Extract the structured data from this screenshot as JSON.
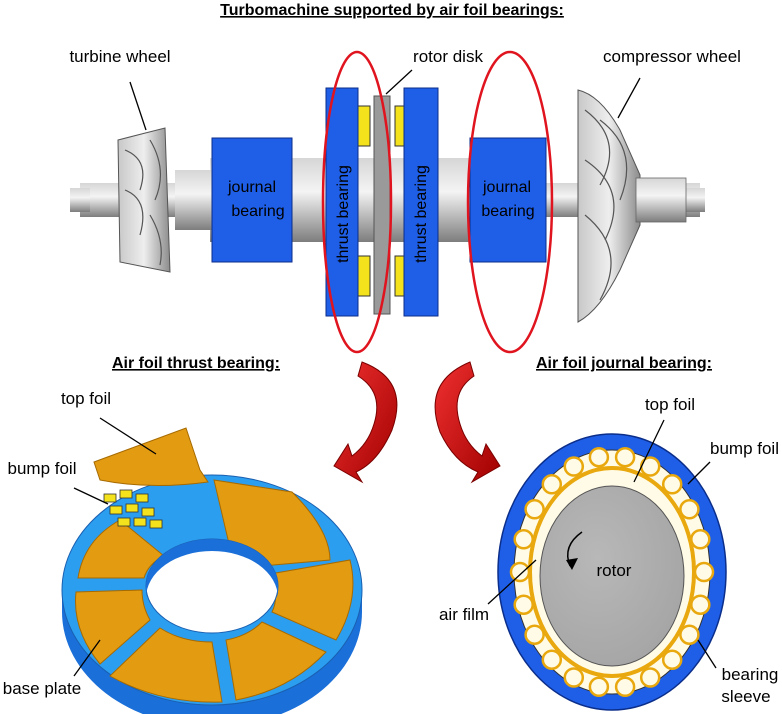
{
  "title": "Turbomachine supported by air foil bearings:",
  "labels": {
    "turbine_wheel": "turbine wheel",
    "rotor_disk": "rotor disk",
    "compressor_wheel": "compressor wheel",
    "journal_bearing_left_1": "journal",
    "journal_bearing_left_2": "bearing",
    "thrust_bearing_left": "thrust bearing",
    "thrust_bearing_right": "thrust bearing",
    "journal_bearing_right_1": "journal",
    "journal_bearing_right_2": "bearing"
  },
  "thrust_section": {
    "title": "Air foil thrust bearing:",
    "top_foil": "top foil",
    "bump_foil": "bump foil",
    "base_plate": "base plate"
  },
  "journal_section": {
    "title": "Air foil journal bearing:",
    "top_foil": "top foil",
    "bump_foil": "bump foil",
    "rotor": "rotor",
    "air_film": "air film",
    "bearing_sleeve_1": "bearing",
    "bearing_sleeve_2": "sleeve"
  },
  "colors": {
    "bearing_blue": "#1f5fe8",
    "foil_orange": "#e39b12",
    "bump_yellow": "#f3e21c",
    "highlight_red": "#e0141e",
    "shaft_gray": "#9a9a9a"
  }
}
